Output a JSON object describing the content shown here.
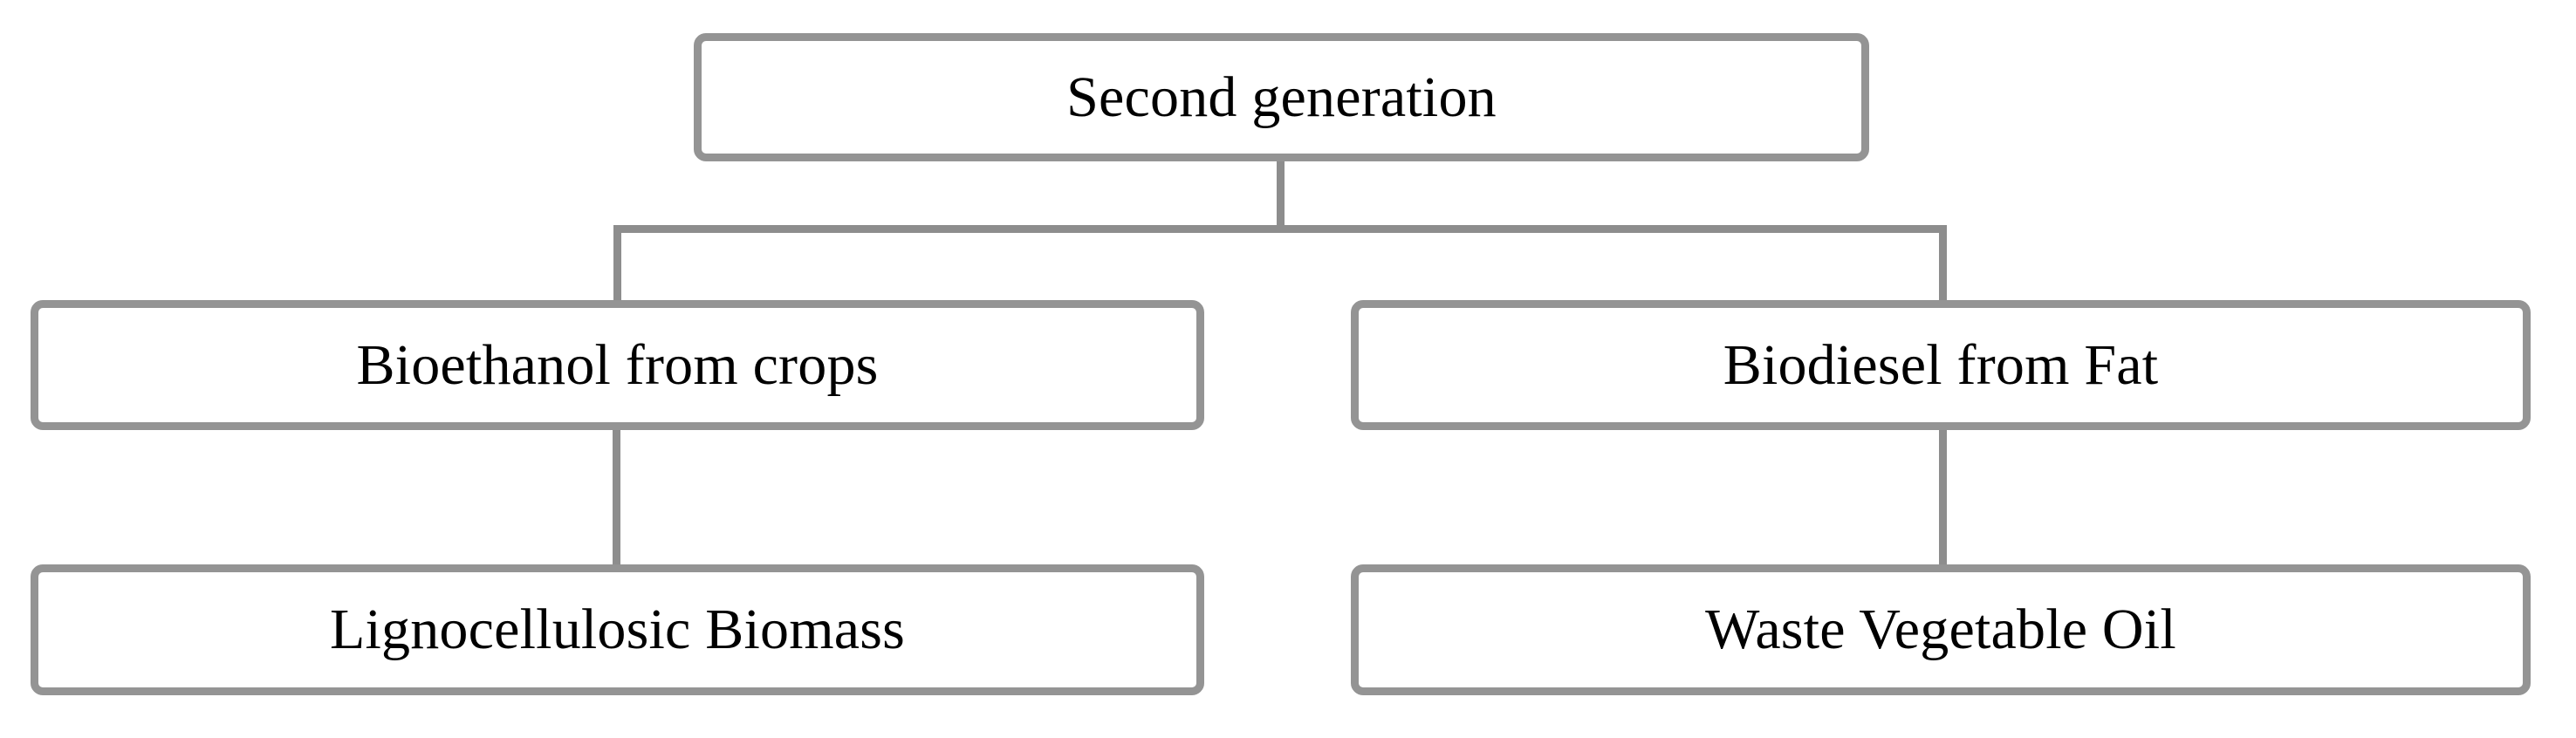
{
  "diagram": {
    "type": "hierarchy-tree",
    "orientation": "top-down",
    "palette": {
      "node_border": "#949494",
      "node_fill": "#ffffff",
      "connector": "#8d8d8d",
      "text": "#000000",
      "background": "#ffffff"
    },
    "nodes": [
      {
        "id": "root",
        "label": "Second generation",
        "level": 0,
        "column": "center"
      },
      {
        "id": "bioethanol",
        "label": "Bioethanol from crops",
        "level": 1,
        "column": "left"
      },
      {
        "id": "biodiesel",
        "label": "Biodiesel from Fat",
        "level": 1,
        "column": "right"
      },
      {
        "id": "lignocell",
        "label": "Lignocellulosic Biomass",
        "level": 2,
        "column": "left"
      },
      {
        "id": "wvo",
        "label": "Waste Vegetable Oil",
        "level": 2,
        "column": "right"
      }
    ],
    "edges": [
      {
        "from": "root",
        "to": "bioethanol",
        "style": "elbow"
      },
      {
        "from": "root",
        "to": "biodiesel",
        "style": "elbow"
      },
      {
        "from": "bioethanol",
        "to": "lignocell",
        "style": "straight"
      },
      {
        "from": "biodiesel",
        "to": "wvo",
        "style": "straight"
      }
    ]
  }
}
